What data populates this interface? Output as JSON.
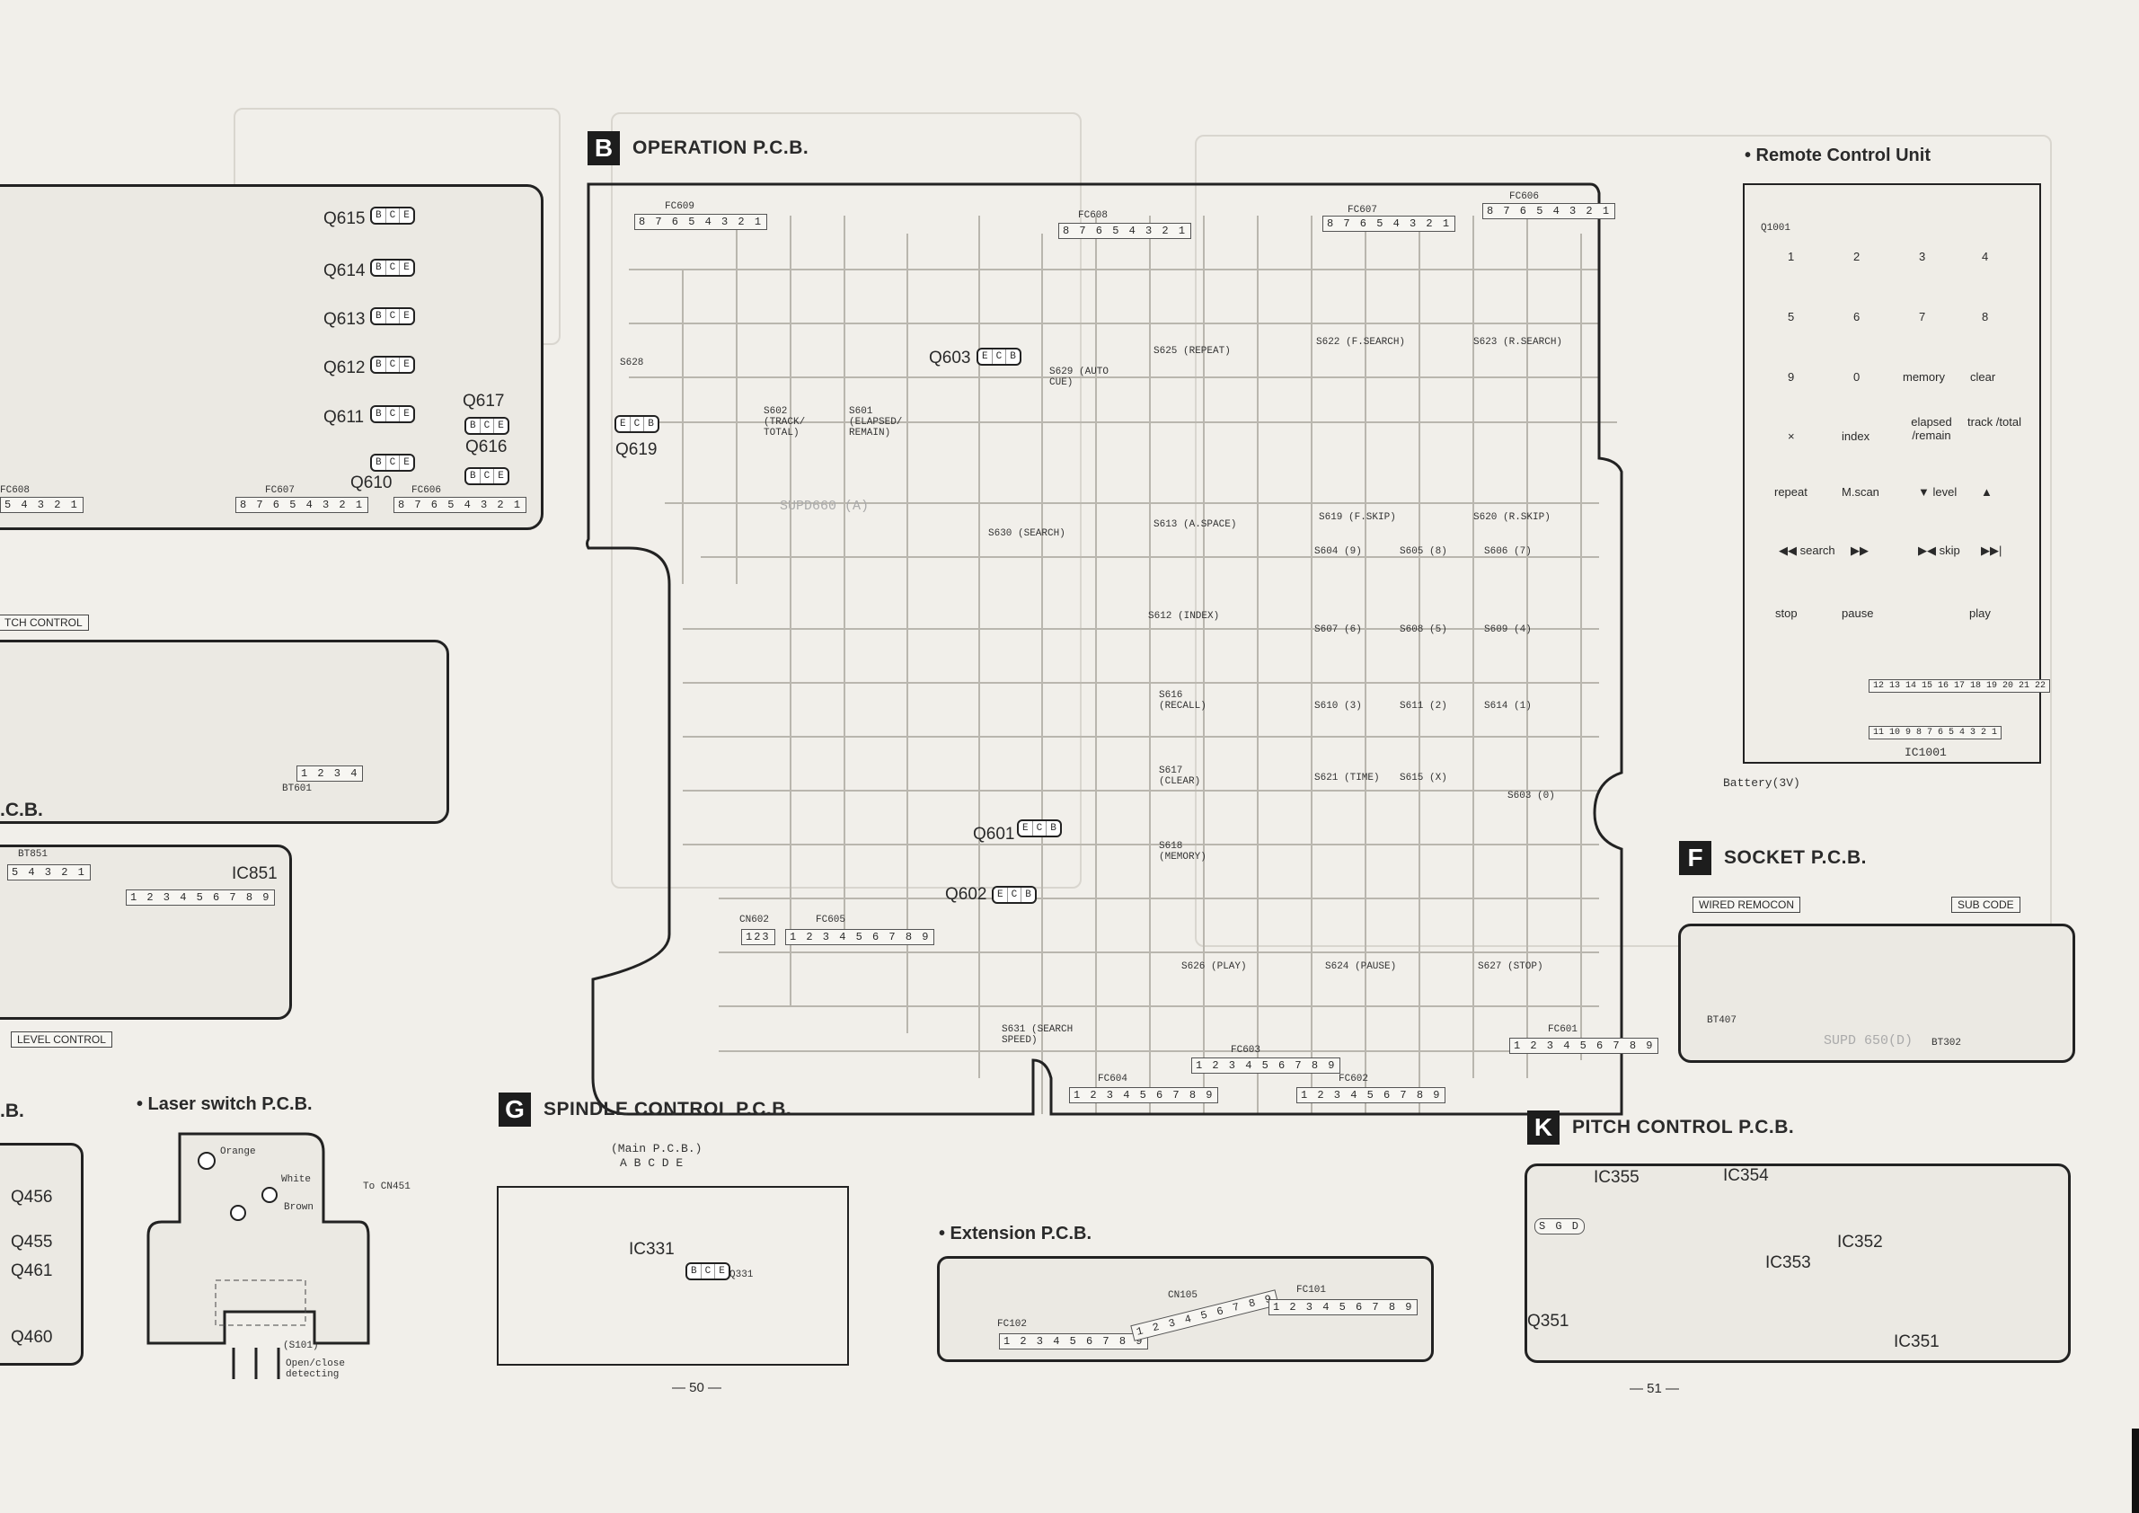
{
  "main_left": {
    "transistors": [
      "Q615",
      "Q614",
      "Q613",
      "Q612",
      "Q611",
      "Q610",
      "Q617",
      "Q616"
    ],
    "bce": [
      "B",
      "C",
      "E"
    ],
    "connectors": [
      "FC608",
      "FC607",
      "FC606"
    ],
    "fc607_pins": "8 7 6 5 4 3 2 1",
    "fc606_pins": "8 7 6 5 4 3 2 1",
    "fc608_pins": "5 4 3 2 1"
  },
  "pitch_control_label": "TCH CONTROL",
  "left_cb_label": ".C.B.",
  "left_cb2_label": ".B.",
  "level_control_label": "LEVEL CONTROL",
  "left_parts": {
    "bt851": "BT851",
    "ic851": "IC851",
    "ic851_pins": "1 2 3 4 5 6 7 8 9",
    "bt851_pins": "5 4 3 2 1",
    "bt601": "BT601",
    "bt601_pins": "1 2 3 4"
  },
  "left_q": [
    "Q456",
    "Q455",
    "Q461",
    "Q460"
  ],
  "section_b": {
    "letter": "B",
    "title": "OPERATION P.C.B."
  },
  "section_g": {
    "letter": "G",
    "title": "SPINDLE CONTROL P.C.B."
  },
  "section_f": {
    "letter": "F",
    "title": "SOCKET P.C.B."
  },
  "section_k": {
    "letter": "K",
    "title": "PITCH CONTROL P.C.B."
  },
  "laser_switch": {
    "title": "• Laser switch P.C.B.",
    "wires": [
      "Orange",
      "White",
      "Brown"
    ],
    "to": "To CN451",
    "s101": "(S101)",
    "note": "Open/close detecting"
  },
  "extension": {
    "title": "• Extension P.C.B.",
    "fc102": "FC102",
    "fc101": "FC101",
    "cn105": "CN105",
    "pins": "1 2 3 4 5 6 7 8 9"
  },
  "spindle": {
    "main": "(Main P.C.B.)",
    "abcde": "A B C D E",
    "ic": "IC331",
    "q": "Q331"
  },
  "operation": {
    "connectors": [
      "FC609",
      "FC608",
      "FC607",
      "FC606",
      "FC605",
      "FC604",
      "FC603",
      "FC602",
      "FC601",
      "CN602"
    ],
    "transistors": [
      "Q619",
      "Q603",
      "Q601",
      "Q602"
    ],
    "switches": [
      "S628",
      "S602 (TRACK/ TOTAL)",
      "S601 (ELAPSED/ REMAIN)",
      "S629 (AUTO CUE)",
      "S630 (SEARCH)",
      "S625 (REPEAT)",
      "S622 (F.SEARCH)",
      "S623 (R.SEARCH)",
      "S613 (A.SPACE)",
      "S619 (F.SKIP)",
      "S620 (R.SKIP)",
      "S604 (9)",
      "S605 (8)",
      "S606 (7)",
      "S612 (INDEX)",
      "S607 (6)",
      "S608 (5)",
      "S609 (4)",
      "S616 (RECALL)",
      "S610 (3)",
      "S611 (2)",
      "S614 (1)",
      "S617 (CLEAR)",
      "S621 (TIME)",
      "S615 (X)",
      "S603 (0)",
      "S618 (MEMORY)",
      "S626 (PLAY)",
      "S624 (PAUSE)",
      "S627 (STOP)",
      "S631 (SEARCH SPEED)"
    ],
    "supd": "SUPD660 (A)"
  },
  "remote": {
    "title": "• Remote Control Unit",
    "buttons": [
      "1",
      "2",
      "3",
      "4",
      "5",
      "6",
      "7",
      "8",
      "9",
      "0",
      "memory",
      "clear",
      "×",
      "index",
      "elapsed /remain",
      "track /total",
      "repeat",
      "M.scan",
      "▼ level",
      "▲",
      "◀◀ search",
      "▶▶",
      "▶◀ skip",
      "▶▶|",
      "stop",
      "pause",
      "",
      "play"
    ],
    "ic": "IC1001",
    "battery": "Battery(3V)",
    "q": "Q1001",
    "ic_pins": "12 13 14 15 16 17 18 19 20 21 22",
    "ic_pins2": "11 10 9 8 7 6 5 4 3 2 1"
  },
  "socket": {
    "wired": "WIRED REMOCON",
    "sub": "SUB CODE",
    "bt407": "BT407",
    "bt302": "BT302",
    "supd": "SUPD 650(D)"
  },
  "pitch": {
    "ics": [
      "IC355",
      "IC354",
      "IC352",
      "IC353",
      "IC351"
    ],
    "q": "Q351",
    "sgd": "S G D"
  },
  "page_numbers": [
    "— 50 —",
    "— 51 —"
  ]
}
